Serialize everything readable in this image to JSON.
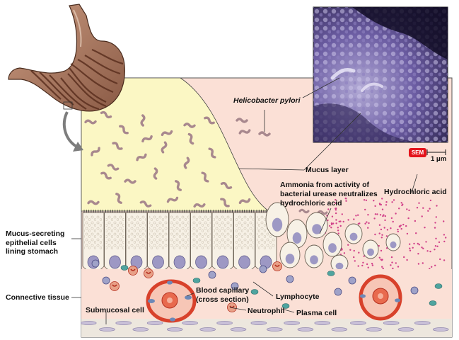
{
  "labels": {
    "helicobacter": "Helicobacter pylori",
    "mucus_layer": "Mucus layer",
    "ammonia_line1": "Ammonia from activity of",
    "ammonia_line2": "bacterial urease neutralizes",
    "ammonia_line3": "hydrochloric acid",
    "hydrochloric_acid": "Hydrochloric acid",
    "mucus_cells_line1": "Mucus-secreting",
    "mucus_cells_line2": "epithelial cells",
    "mucus_cells_line3": "lining stomach",
    "connective_tissue": "Connective tissue",
    "blood_capillary_line1": "Blood capillary",
    "blood_capillary_line2": "(cross section)",
    "lymphocyte": "Lymphocyte",
    "submucosal_cell": "Submucosal cell",
    "neutrophil": "Neutrophil",
    "plasma_cell": "Plasma cell"
  },
  "micrograph": {
    "badge": "SEM",
    "scale": "1 μm"
  },
  "colors": {
    "tissue_background": "#fbe0d6",
    "mucus": "#fbf7c4",
    "bacteria": "#a8888e",
    "epithelium": "#f7f1e6",
    "nucleus": "#9d98c4",
    "stomach": "#7a4a33",
    "capillary": "#d8412b",
    "acid_dots": "#d1428a",
    "sem_badge": "#e4131b",
    "micrograph": "#5a4c8c"
  },
  "icons": {
    "stomach": "stomach-illustration",
    "arrow": "curved-arrow-icon",
    "micrograph": "sem-micrograph"
  }
}
